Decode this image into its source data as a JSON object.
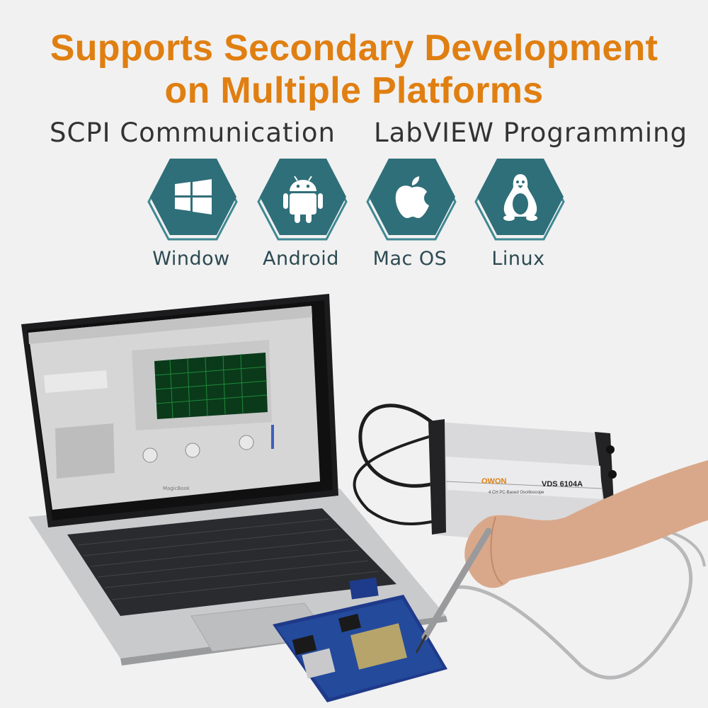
{
  "headline": {
    "line1": "Supports Secondary Development",
    "line2": "on Multiple Platforms"
  },
  "subtitles": {
    "left": "SCPI Communication",
    "right": "LabVIEW Programming"
  },
  "platforms": [
    {
      "label": "Window",
      "icon": "windows-icon"
    },
    {
      "label": "Android",
      "icon": "android-icon"
    },
    {
      "label": "Mac OS",
      "icon": "apple-icon"
    },
    {
      "label": "Linux",
      "icon": "linux-icon"
    }
  ],
  "colors": {
    "headline": "#e07f11",
    "hex": "#2f6f79",
    "hex_outline": "#3f8893"
  },
  "device": {
    "brand": "OWON",
    "model": "VDS 6104A",
    "description": "4 CH PC-Based Oscilloscope"
  },
  "laptop": {
    "brand": "MagicBook"
  }
}
